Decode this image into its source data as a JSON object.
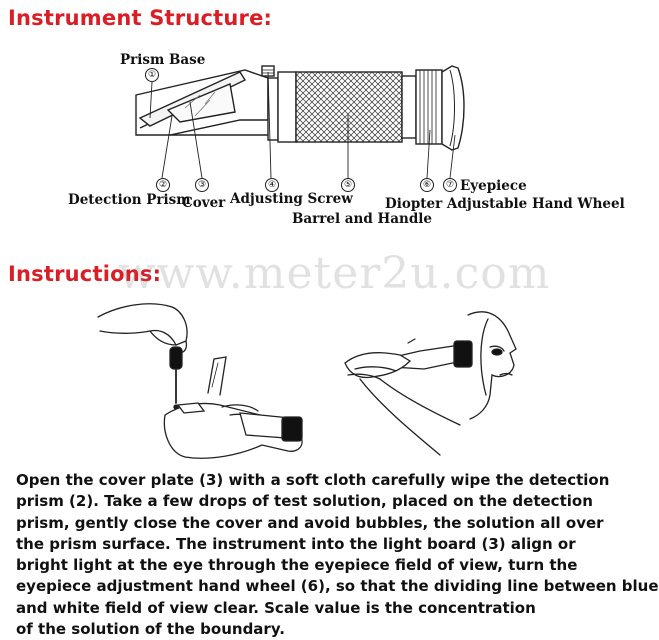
{
  "structure": {
    "title": "Instrument Structure:",
    "parts": [
      {
        "num": "①",
        "label": "Prism Base"
      },
      {
        "num": "②",
        "label": "Detection Prism"
      },
      {
        "num": "③",
        "label": "Cover"
      },
      {
        "num": "④",
        "label": "Adjusting Screw"
      },
      {
        "num": "⑤",
        "label": "Barrel and Handle"
      },
      {
        "num": "⑥",
        "label": "Diopter Adjustable Hand Wheel"
      },
      {
        "num": "⑦",
        "label": "Eyepiece"
      }
    ]
  },
  "instructions": {
    "title": "Instructions:",
    "watermark": "www.meter2u.com",
    "lines": [
      "Open the cover plate (3) with a soft cloth carefully wipe the detection",
      "prism (2). Take a few drops of test solution, placed on the detection",
      "prism, gently close the cover and avoid bubbles, the solution all over",
      "the prism surface. The instrument into the light board (3) align or",
      "bright light at the eye through the eyepiece field of view, turn the",
      "eyepiece adjustment hand wheel (6), so that the dividing line between blue",
      "and white field of view clear. Scale value is the concentration",
      "of the solution of the boundary."
    ]
  },
  "colors": {
    "title_red": "#d91e26",
    "text": "#111111"
  }
}
